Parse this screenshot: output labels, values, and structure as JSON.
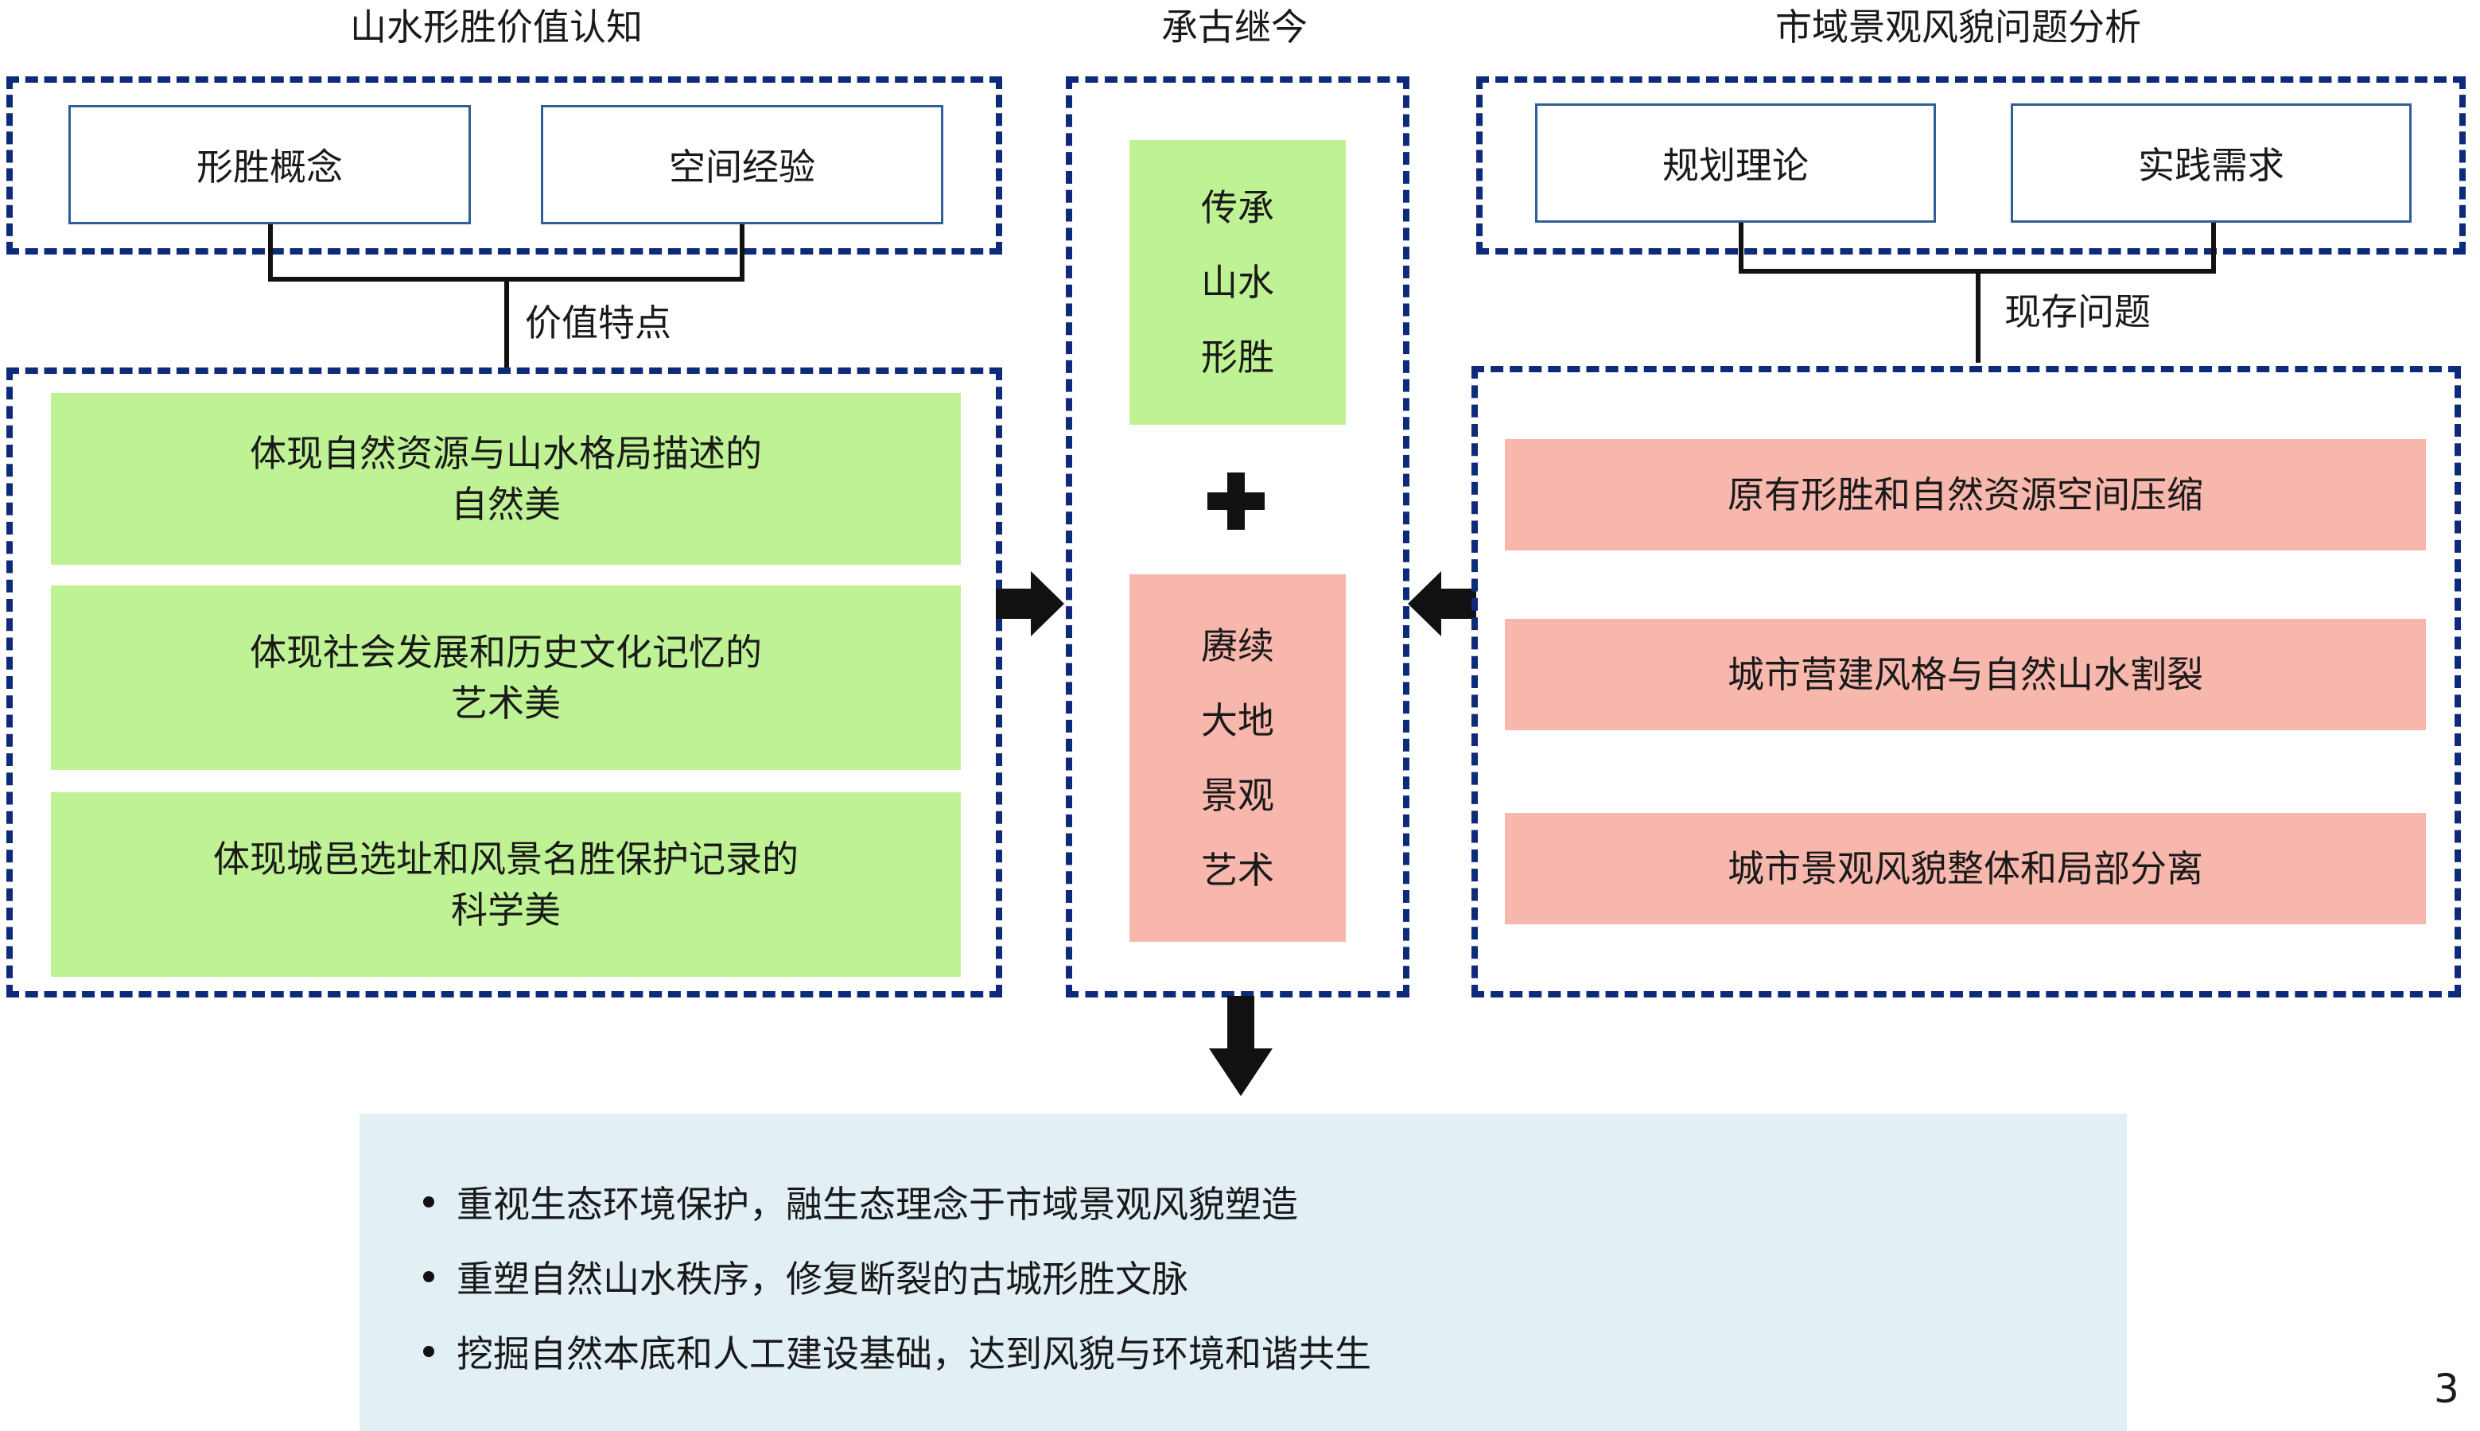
{
  "left": {
    "title": "山水形胜价值认知",
    "boxes": [
      "形胜概念",
      "空间经验"
    ],
    "connector_label": "价值特点",
    "items": [
      {
        "line1": "体现自然资源与山水格局描述的",
        "line2": "自然美"
      },
      {
        "line1": "体现社会发展和历史文化记忆的",
        "line2": "艺术美"
      },
      {
        "line1": "体现城邑选址和风景名胜保护记录的",
        "line2": "科学美"
      }
    ]
  },
  "middle": {
    "title": "承古继今",
    "top_box": [
      "传承",
      "山水",
      "形胜"
    ],
    "bottom_box": [
      "赓续",
      "大地",
      "景观",
      "艺术"
    ]
  },
  "right": {
    "title": "市域景观风貌问题分析",
    "boxes": [
      "规划理论",
      "实践需求"
    ],
    "connector_label": "现存问题",
    "items": [
      "原有形胜和自然资源空间压缩",
      "城市营建风格与自然山水割裂",
      "城市景观风貌整体和局部分离"
    ]
  },
  "bottom": {
    "bullets": [
      "重视生态环境保护，融生态理念于市域景观风貌塑造",
      "重塑自然山水秩序，修复断裂的古城形胜文脉",
      "挖掘自然本底和人工建设基础，达到风貌与环境和谐共生"
    ]
  },
  "page_number": "3",
  "colors": {
    "dash_border": "#0d2b7a",
    "green": "#bff294",
    "red": "#f7b7ad",
    "bottom_bg": "#e2f0f6",
    "white_box_border": "#2f5e98"
  },
  "icons": [
    "plus-icon",
    "arrow-right-icon",
    "arrow-left-icon",
    "arrow-down-icon"
  ]
}
